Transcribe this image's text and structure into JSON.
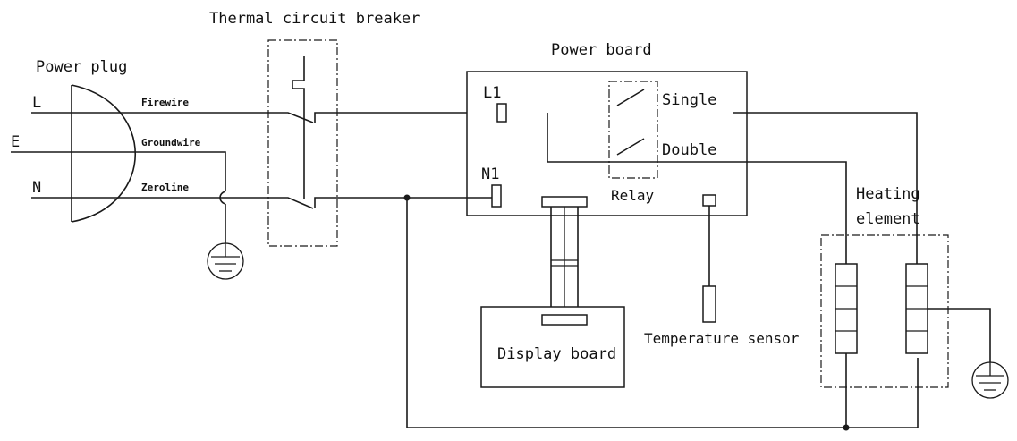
{
  "labels": {
    "thermal_breaker": "Thermal circuit breaker",
    "power_plug": "Power plug",
    "power_board": "Power board",
    "line_l": "L",
    "line_e": "E",
    "line_n": "N",
    "firewire": "Firewire",
    "groundwire": "Groundwire",
    "zeroline": "Zeroline",
    "terminal_l1": "L1",
    "terminal_n1": "N1",
    "single": "Single",
    "double": "Double",
    "relay": "Relay",
    "heating_element_1": "Heating",
    "heating_element_2": "element",
    "display_board": "Display board",
    "temperature_sensor": "Temperature sensor"
  }
}
